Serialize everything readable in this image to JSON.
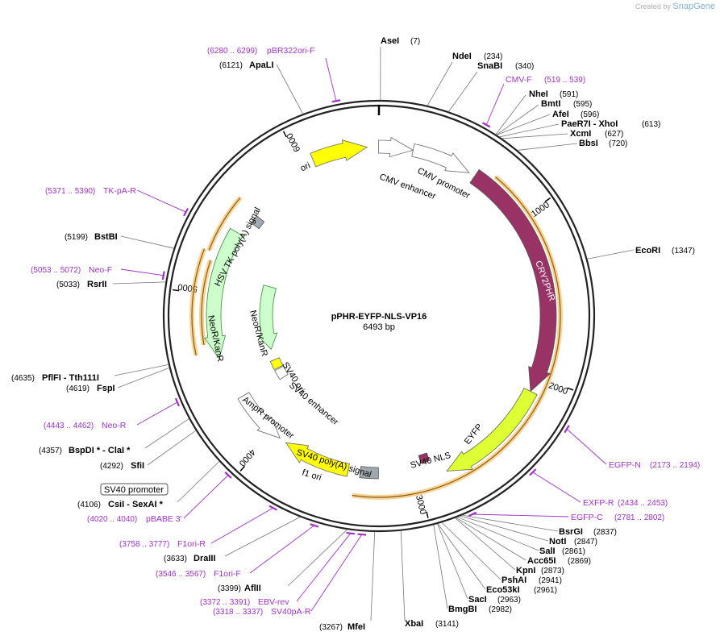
{
  "credit": {
    "prefix": "Created by",
    "brand": "SnapGene"
  },
  "plasmid": {
    "name": "pPHR-EYFP-NLS-VP16",
    "size_label": "6493 bp",
    "length": 6493
  },
  "ticks": [
    "1000",
    "2000",
    "3000",
    "4000",
    "5000",
    "6000"
  ],
  "sites": [
    {
      "name": "AseI",
      "pos": "(7)"
    },
    {
      "name": "NdeI",
      "pos": "(234)"
    },
    {
      "name": "SnaBI",
      "pos": "(340)"
    },
    {
      "name": "NheI",
      "pos": "(591)"
    },
    {
      "name": "BmtI",
      "pos": "(595)"
    },
    {
      "name": "AfeI",
      "pos": "(596)"
    },
    {
      "name": "PaeR7I - XhoI",
      "pos": "(613)"
    },
    {
      "name": "XcmI",
      "pos": "(627)"
    },
    {
      "name": "BbsI",
      "pos": "(720)"
    },
    {
      "name": "EcoRI",
      "pos": "(1347)"
    },
    {
      "name": "BsrGI",
      "pos": "(2837)"
    },
    {
      "name": "NotI",
      "pos": "(2847)"
    },
    {
      "name": "SalI",
      "pos": "(2861)"
    },
    {
      "name": "Acc65I",
      "pos": "(2869)"
    },
    {
      "name": "KpnI",
      "pos": "(2873)"
    },
    {
      "name": "PshAI",
      "pos": "(2941)"
    },
    {
      "name": "Eco53kI",
      "pos": "(2961)"
    },
    {
      "name": "SacI",
      "pos": "(2963)"
    },
    {
      "name": "BmgBI",
      "pos": "(2982)"
    },
    {
      "name": "XbaI",
      "pos": "(3141)"
    },
    {
      "name": "MfeI",
      "pos": "(3267)"
    },
    {
      "name": "AflII",
      "pos": "(3399)"
    },
    {
      "name": "DraIII",
      "pos": "(3633)"
    },
    {
      "name": "CsiI - SexAI *",
      "pos": "(4106)"
    },
    {
      "name": "SfiI",
      "pos": "(4292)"
    },
    {
      "name": "BspDI * - ClaI *",
      "pos": "(4357)"
    },
    {
      "name": "FspI",
      "pos": "(4619)"
    },
    {
      "name": "PflFI - Tth111I",
      "pos": "(4635)"
    },
    {
      "name": "RsrII",
      "pos": "(5033)"
    },
    {
      "name": "BstBI",
      "pos": "(5199)"
    },
    {
      "name": "ApaLI",
      "pos": "(6121)"
    }
  ],
  "primers": [
    {
      "name": "pBR322ori-F",
      "pos": "(6280 .. 6299)"
    },
    {
      "name": "CMV-F",
      "pos": "(519 .. 539)"
    },
    {
      "name": "EGFP-N",
      "pos": "(2173 .. 2194)"
    },
    {
      "name": "EXFP-R",
      "pos": "(2434 .. 2453)"
    },
    {
      "name": "EGFP-C",
      "pos": "(2781 .. 2802)"
    },
    {
      "name": "SV40pA-R",
      "pos": "(3318 .. 3337)"
    },
    {
      "name": "EBV-rev",
      "pos": "(3372 .. 3391)"
    },
    {
      "name": "F1ori-F",
      "pos": "(3546 .. 3567)"
    },
    {
      "name": "F1ori-R",
      "pos": "(3758 .. 3777)"
    },
    {
      "name": "pBABE 3'",
      "pos": "(4020 .. 4040)"
    },
    {
      "name": "Neo-R",
      "pos": "(4443 .. 4462)"
    },
    {
      "name": "Neo-F",
      "pos": "(5053 .. 5072)"
    },
    {
      "name": "TK-pA-R",
      "pos": "(5371 .. 5390)"
    }
  ],
  "boxed_feature": {
    "name": "SV40 promoter"
  },
  "features": [
    {
      "name": "ori",
      "color": "#ffff00"
    },
    {
      "name": "CMV enhancer",
      "color": "#ffffff"
    },
    {
      "name": "CMV promoter",
      "color": "#ffffff"
    },
    {
      "name": "CRY2PHR",
      "color": "#993366"
    },
    {
      "name": "EYFP",
      "color": "#ddff33"
    },
    {
      "name": "SV40 NLS",
      "color": "#993366"
    },
    {
      "name": "SV40 poly(A) signal",
      "color": "#a0a8b0"
    },
    {
      "name": "f1 ori",
      "color": "#ffff00"
    },
    {
      "name": "AmpR promoter",
      "color": "#ffffff"
    },
    {
      "name": "SV40 enhancer",
      "color": "#ffffff"
    },
    {
      "name": "SV40 ori",
      "color": "#ffff00"
    },
    {
      "name": "NeoR/KanR",
      "color": "#ccffcc"
    },
    {
      "name": "NeoR/KanR",
      "color": "#ccffcc"
    },
    {
      "name": "HSV TK poly(A) signal",
      "color": "#a0a8b0"
    }
  ],
  "colors": {
    "primer": "#a030c8",
    "orf": "#f0b040",
    "backbone": "#222222"
  }
}
